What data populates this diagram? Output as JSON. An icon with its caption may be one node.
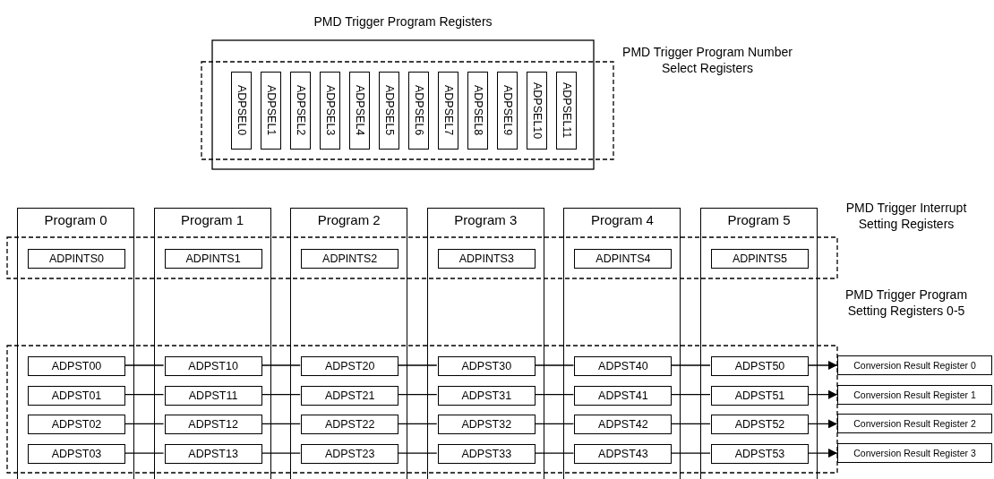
{
  "diagram": {
    "nodes": [
      {
        "text": [
          "ADPSEL0"
        ]
      },
      {
        "text": [
          "ADPSEL1"
        ]
      },
      {
        "text": [
          "ADPSEL2"
        ]
      },
      {
        "text": [
          "ADPSEL3"
        ]
      },
      {
        "text": [
          "ADPSEL4"
        ]
      },
      {
        "text": [
          "ADPSEL5"
        ]
      },
      {
        "text": [
          "ADPSEL6"
        ]
      },
      {
        "text": [
          "ADPSEL7"
        ]
      },
      {
        "text": [
          "ADPSEL8"
        ]
      },
      {
        "text": [
          "ADPSEL9"
        ]
      },
      {
        "text": [
          "ADPSEL10"
        ]
      },
      {
        "text": [
          "ADPSEL11"
        ]
      },
      {
        "text": [
          "Program 0"
        ]
      },
      {
        "text": [
          "Program 1"
        ]
      },
      {
        "text": [
          "Program 2"
        ]
      },
      {
        "text": [
          "Program 3"
        ]
      },
      {
        "text": [
          "Program 4"
        ]
      },
      {
        "text": [
          "Program 5"
        ]
      },
      {
        "text": [
          "ADPINTS0"
        ],
        "in": 12
      },
      {
        "text": [
          "ADPINTS1"
        ],
        "in": 13
      },
      {
        "text": [
          "ADPINTS2"
        ],
        "in": 14
      },
      {
        "text": [
          "ADPINTS3"
        ],
        "in": 15
      },
      {
        "text": [
          "ADPINTS4"
        ],
        "in": 16
      },
      {
        "text": [
          "ADPINTS5"
        ],
        "in": 17
      },
      {
        "text": [
          "ADPST00"
        ],
        "in": 12
      },
      {
        "text": [
          "ADPST10"
        ],
        "in": 13
      },
      {
        "text": [
          "ADPST20"
        ],
        "in": 14
      },
      {
        "text": [
          "ADPST30"
        ],
        "in": 15
      },
      {
        "text": [
          "ADPST40"
        ],
        "in": 16
      },
      {
        "text": [
          "ADPST50"
        ],
        "in": 17
      },
      {
        "text": [
          "Conversion Result Register 0"
        ]
      },
      {
        "text": [
          "ADPST01"
        ],
        "in": 12
      },
      {
        "text": [
          "ADPST11"
        ],
        "in": 13
      },
      {
        "text": [
          "ADPST21"
        ],
        "in": 14
      },
      {
        "text": [
          "ADPST31"
        ],
        "in": 15
      },
      {
        "text": [
          "ADPST41"
        ],
        "in": 16
      },
      {
        "text": [
          "ADPST51"
        ],
        "in": 17
      },
      {
        "text": [
          "Conversion Result Register 1"
        ]
      },
      {
        "text": [
          "ADPST02"
        ],
        "in": 12
      },
      {
        "text": [
          "ADPST12"
        ],
        "in": 13
      },
      {
        "text": [
          "ADPST22"
        ],
        "in": 14
      },
      {
        "text": [
          "ADPST32"
        ],
        "in": 15
      },
      {
        "text": [
          "ADPST42"
        ],
        "in": 16
      },
      {
        "text": [
          "ADPST52"
        ],
        "in": 17
      },
      {
        "text": [
          "Conversion Result Register 2"
        ]
      },
      {
        "text": [
          "ADPST03"
        ],
        "in": 12
      },
      {
        "text": [
          "ADPST13"
        ],
        "in": 13
      },
      {
        "text": [
          "ADPST23"
        ],
        "in": 14
      },
      {
        "text": [
          "ADPST33"
        ],
        "in": 15
      },
      {
        "text": [
          "ADPST43"
        ],
        "in": 16
      },
      {
        "text": [
          "ADPST53"
        ],
        "in": 17
      },
      {
        "text": [
          "Conversion Result Register 3"
        ]
      }
    ],
    "edges": [
      {
        "from": 24,
        "to": 25,
        "arrow": "none"
      },
      {
        "from": 25,
        "to": 26,
        "arrow": "none"
      },
      {
        "from": 26,
        "to": 27,
        "arrow": "none"
      },
      {
        "from": 27,
        "to": 28,
        "arrow": "none"
      },
      {
        "from": 28,
        "to": 29,
        "arrow": "none"
      },
      {
        "from": 29,
        "to": 30,
        "arrow": "to"
      },
      {
        "from": 31,
        "to": 32,
        "arrow": "none"
      },
      {
        "from": 32,
        "to": 33,
        "arrow": "none"
      },
      {
        "from": 33,
        "to": 34,
        "arrow": "none"
      },
      {
        "from": 34,
        "to": 35,
        "arrow": "none"
      },
      {
        "from": 35,
        "to": 36,
        "arrow": "none"
      },
      {
        "from": 36,
        "to": 37,
        "arrow": "to"
      },
      {
        "from": 38,
        "to": 39,
        "arrow": "none"
      },
      {
        "from": 39,
        "to": 40,
        "arrow": "none"
      },
      {
        "from": 40,
        "to": 41,
        "arrow": "none"
      },
      {
        "from": 41,
        "to": 42,
        "arrow": "none"
      },
      {
        "from": 42,
        "to": 43,
        "arrow": "none"
      },
      {
        "from": 43,
        "to": 44,
        "arrow": "to"
      },
      {
        "from": 45,
        "to": 46,
        "arrow": "none"
      },
      {
        "from": 46,
        "to": 47,
        "arrow": "none"
      },
      {
        "from": 47,
        "to": 48,
        "arrow": "none"
      },
      {
        "from": 48,
        "to": 49,
        "arrow": "none"
      },
      {
        "from": 49,
        "to": 50,
        "arrow": "none"
      },
      {
        "from": 50,
        "to": 51,
        "arrow": "to"
      }
    ],
    "labels": [
      "PMD Trigger Program Registers",
      "PMD Trigger Program Number Select Registers",
      "PMD Trigger Interrupt Setting Registers",
      "PMD Trigger Program Setting Registers 0-5"
    ]
  }
}
